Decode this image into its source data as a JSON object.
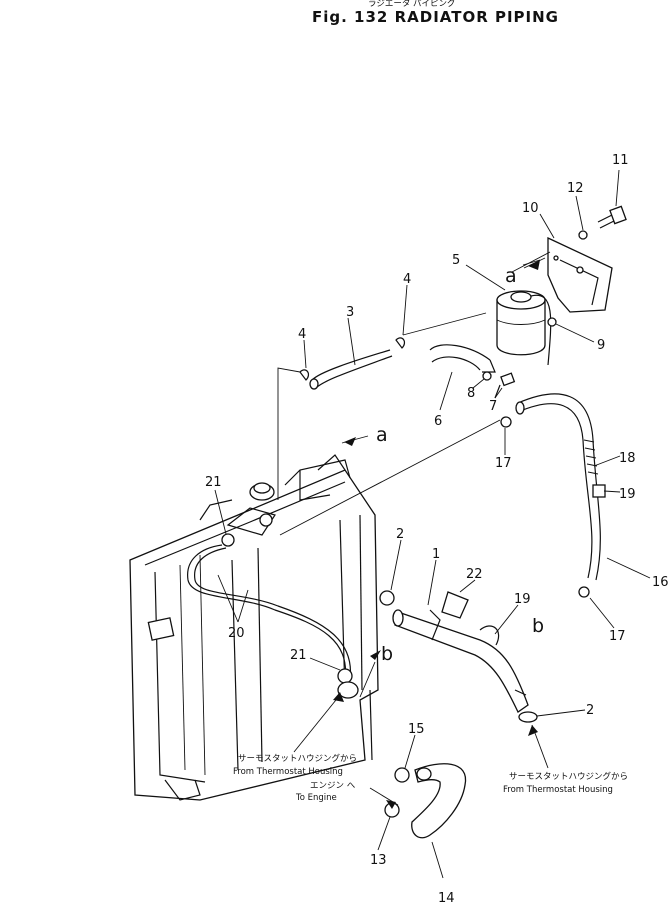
{
  "header": {
    "partial_top": "ラジエータ パイピング",
    "title": "Fig. 132  RADIATOR PIPING"
  },
  "part_numbers": {
    "p1": "1",
    "p2a": "2",
    "p2b": "2",
    "p3": "3",
    "p4a": "4",
    "p4b": "4",
    "p5": "5",
    "p6": "6",
    "p7": "7",
    "p8": "8",
    "p9": "9",
    "p10": "10",
    "p11": "11",
    "p12": "12",
    "p13": "13",
    "p14": "14",
    "p15": "15",
    "p16": "16",
    "p17a": "17",
    "p17b": "17",
    "p18": "18",
    "p19a": "19",
    "p19b": "19",
    "p20": "20",
    "p21a": "21",
    "p21b": "21",
    "p22": "22"
  },
  "reference_letters": {
    "a_top": "a",
    "a_mid": "a",
    "b_mid": "b",
    "b_low": "b"
  },
  "annotations": {
    "thermo_left_jp": "サーモスタットハウジングから",
    "thermo_left_en": "From Thermostat Housing",
    "engine_jp": "エンジン へ",
    "engine_en": "To Engine",
    "thermo_right_jp": "サーモスタットハウジングから",
    "thermo_right_en": "From Thermostat Housing"
  }
}
